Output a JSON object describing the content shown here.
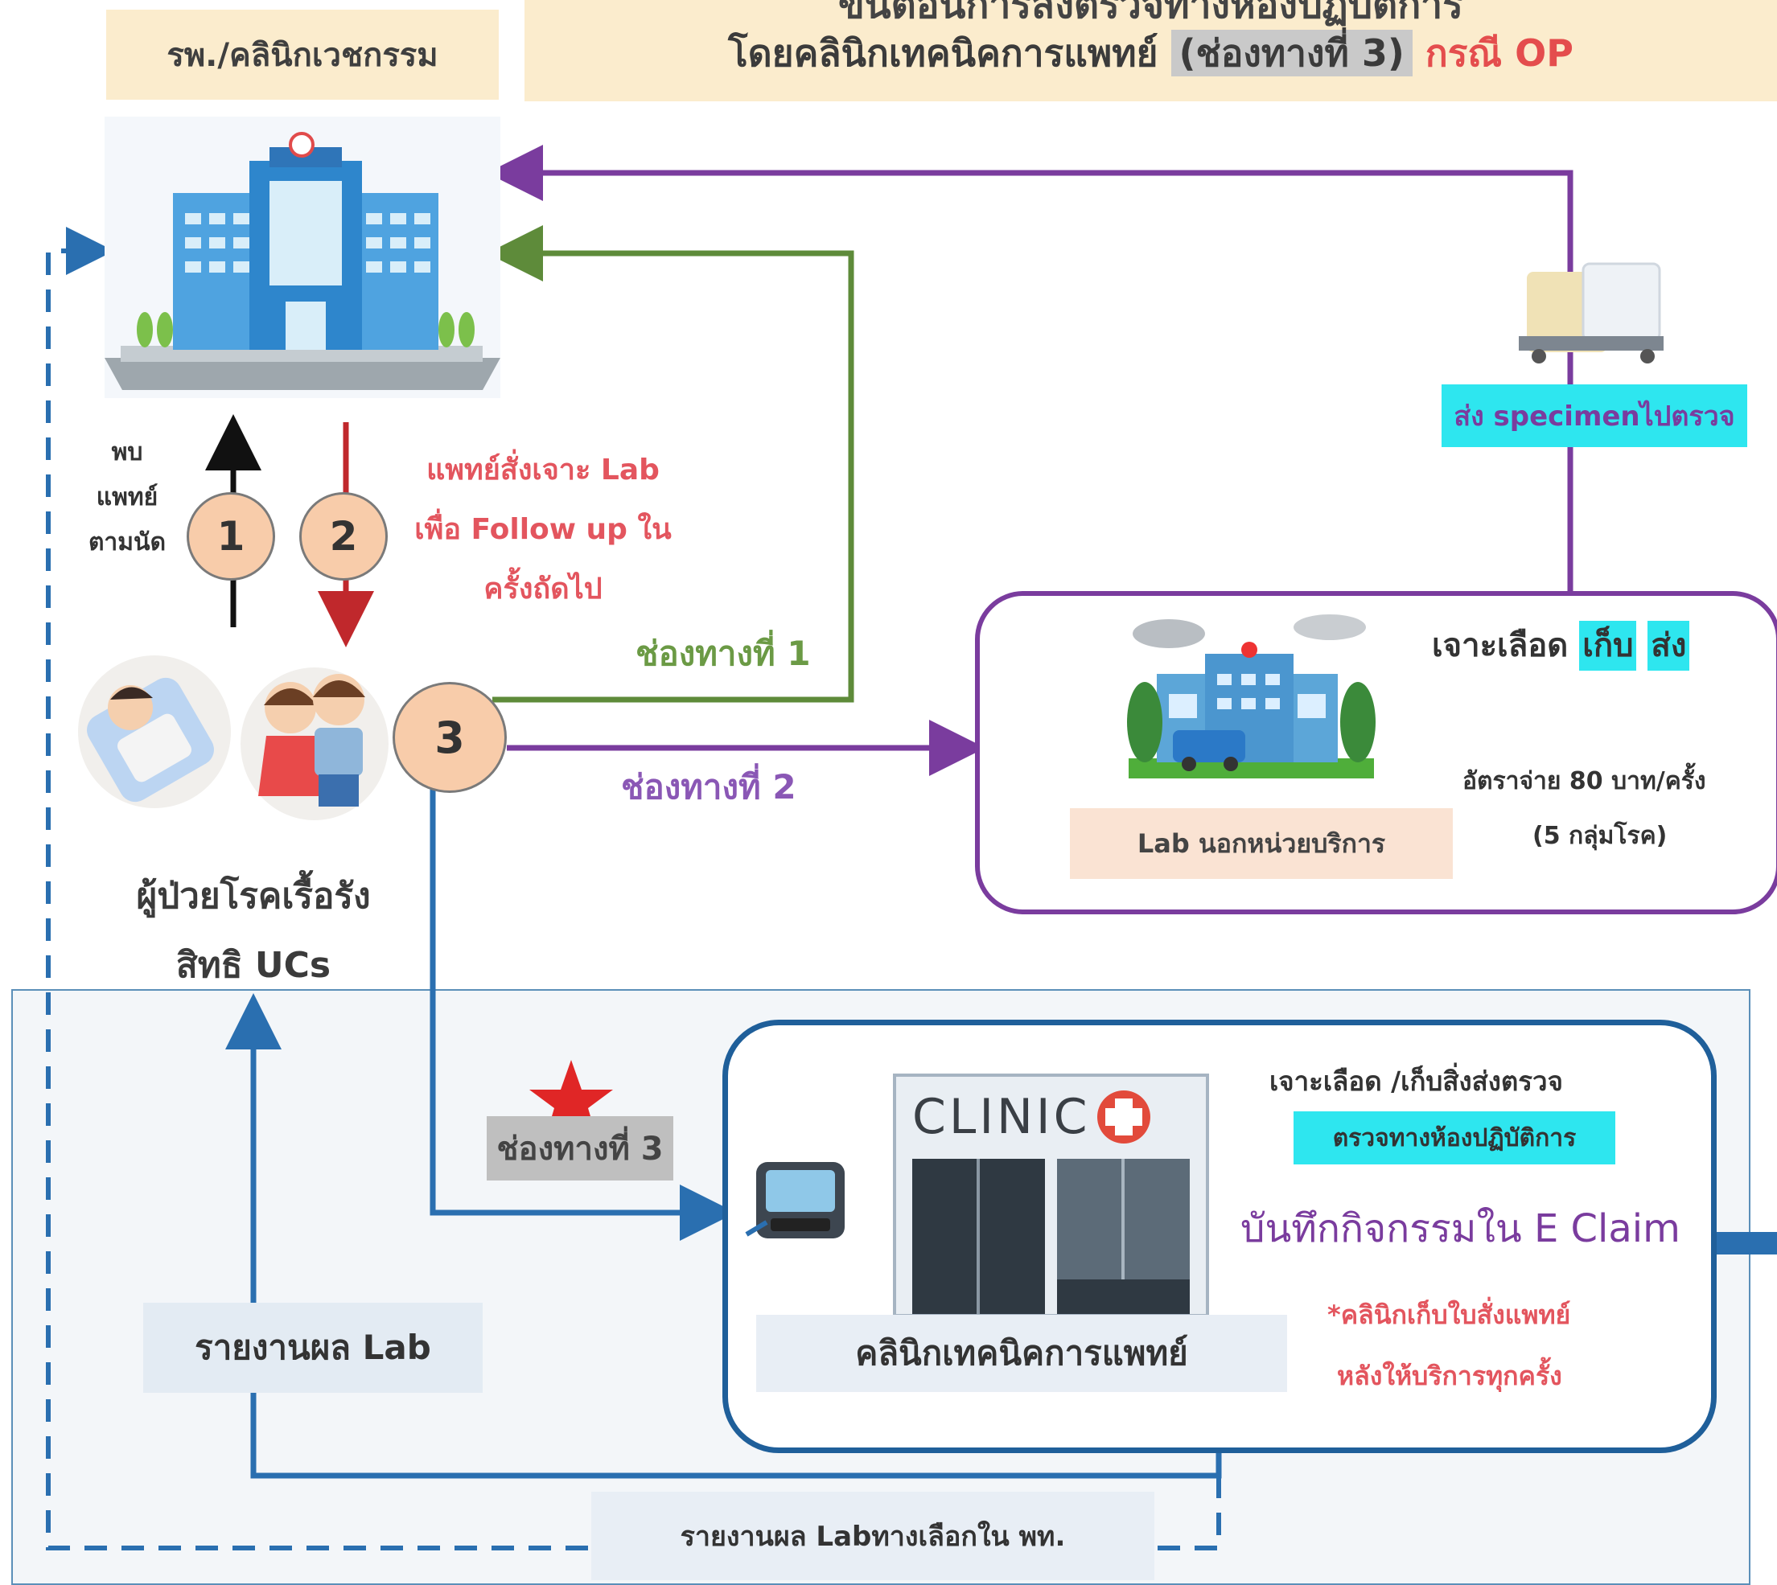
{
  "header": {
    "left_title": "รพ./คลินิกเวชกรรม",
    "line1": "ขั้นตอนการส่งตรวจทางห้องปฏิบัติการ",
    "line2_a": "โดยคลินิกเทคนิคการแพทย์",
    "line2_highlight": "(ช่องทางที่ 3)",
    "line2_red": "กรณี OP"
  },
  "steps": {
    "s1_number": "1",
    "s2_number": "2",
    "s3_number": "3",
    "s1_text": [
      "พบ",
      "แพทย์",
      "ตามนัด"
    ],
    "s2_text": [
      "แพทย์สั่งเจาะ Lab",
      "เพื่อ Follow up ใน",
      "ครั้งถัดไป"
    ]
  },
  "channels": {
    "ch1": "ช่องทางที่ 1",
    "ch2": "ช่องทางที่ 2",
    "ch3": "ช่องทางที่ 3"
  },
  "patients": {
    "line1": "ผู้ป่วยโรคเรื้อรัง",
    "line2": "สิทธิ UCs"
  },
  "outside_lab": {
    "title_prefix": "เจาะเลือด",
    "title_hl1": "เก็บ",
    "title_hl2": "ส่ง",
    "rate": "อัตราจ่าย 80 บาท/ครั้ง",
    "groups": "(5 กลุ่มโรค)",
    "label": "Lab นอกหน่วยบริการ"
  },
  "specimen": {
    "label": "ส่ง specimenไปตรวจ"
  },
  "clinic": {
    "sign": "CLINIC",
    "name": "คลินิกเทคนิคการแพทย์",
    "line1": "เจาะเลือด /เก็บสิ่งส่งตรวจ",
    "line2": "ตรวจทางห้องปฏิบัติการ",
    "eclaim": "บันทึกกิจกรรมใน E Claim",
    "note1": "*คลินิกเก็บใบสั่งแพทย์",
    "note2": "หลังให้บริการทุกครั้ง"
  },
  "reports": {
    "lab_report": "รายงานผล Lab",
    "alt_report": "รายงานผล Labทางเลือกใน พท."
  },
  "colors": {
    "purple": "#7a3c9e",
    "green": "#5e8b3a",
    "blue": "#2a6fb0",
    "red": "#d9262b",
    "cyan": "#2ee6ef",
    "header_bg": "#fbeccd"
  }
}
